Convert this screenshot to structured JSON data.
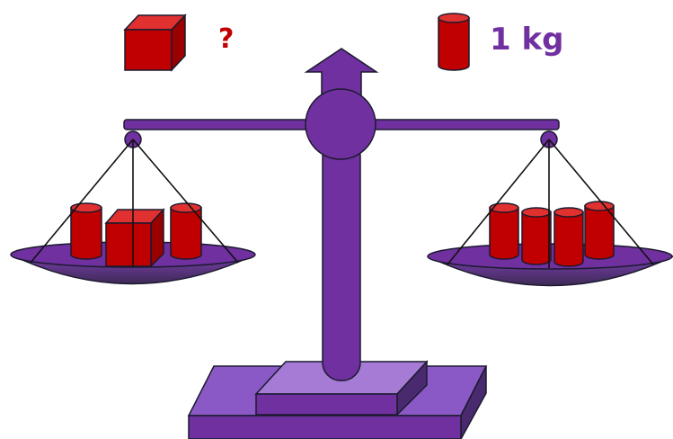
{
  "legend": {
    "cube_weight_label": "?",
    "cylinder_weight_label": "1 kg"
  },
  "colors": {
    "scale_purple": "#7030A0",
    "scale_purple_light": "#8B59C6",
    "scale_purple_dark": "#4A2A6E",
    "weight_red": "#C00000",
    "question_mark_color": "#C00000",
    "unit_label_color": "#7030A0",
    "outline": "#1A1A2E"
  },
  "scale": {
    "left_pan": {
      "cubes": 1,
      "cylinders": 2
    },
    "right_pan": {
      "cubes": 0,
      "cylinders": 4
    },
    "balanced": true,
    "icons": [
      "up-arrow-icon",
      "balance-scale-icon",
      "cube-weight-icon",
      "cylinder-weight-icon"
    ]
  }
}
